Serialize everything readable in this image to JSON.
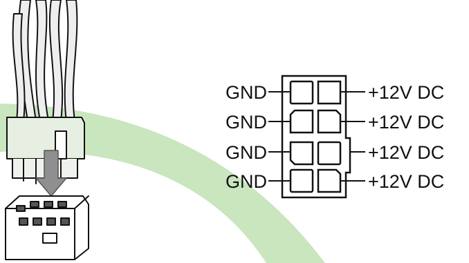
{
  "diagram": {
    "pinout": {
      "left_labels": [
        "GND",
        "GND",
        "GND",
        "GND"
      ],
      "right_labels": [
        "+12V DC",
        "+12V DC",
        "+12V DC",
        "+12V DC"
      ]
    },
    "colors": {
      "watermark_green": "#c9e6bf",
      "line": "#111111",
      "cable_fill": "#eeeeee",
      "connector_fill": "#ffffff"
    },
    "icons": {
      "insert_arrow": "arrow-down-icon",
      "cable_connector": "8-pin-pcie-plug-icon",
      "socket": "8-pin-socket-icon"
    }
  }
}
